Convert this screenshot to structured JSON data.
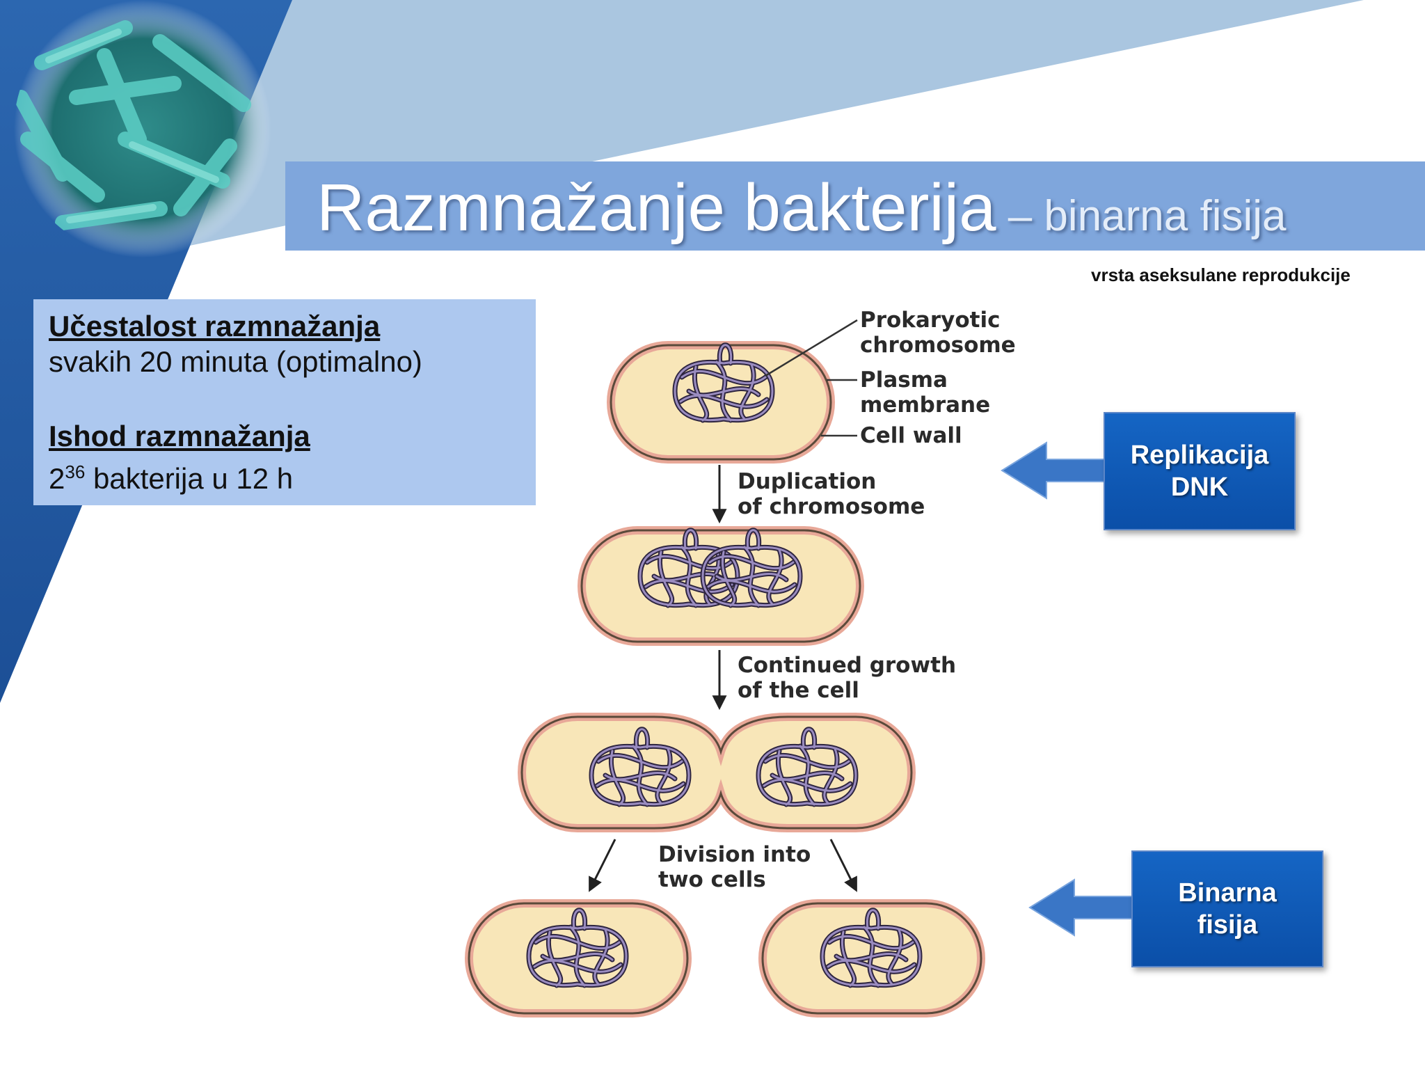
{
  "title": {
    "main": "Razmnažanje bakterija",
    "sub": " – binarna fisija"
  },
  "subtitle": "vrsta aseksulane reprodukcije",
  "info": {
    "frequency_heading": "Učestalost razmnažanja",
    "frequency_text": "svakih 20 minuta (optimalno)",
    "outcome_heading": "Ishod razmnažanja",
    "outcome_base": "2",
    "outcome_exponent": "36",
    "outcome_rest": " bakterija u 12 h"
  },
  "diagram": {
    "labels": {
      "chromosome": [
        "Prokaryotic",
        "chromosome"
      ],
      "membrane": [
        "Plasma",
        "membrane"
      ],
      "wall": "Cell wall",
      "step1": [
        "Duplication",
        "of chromosome"
      ],
      "step2": [
        "Continued growth",
        "of the cell"
      ],
      "step3": [
        "Division into",
        "two cells"
      ]
    }
  },
  "callouts": {
    "replication": [
      "Replikacija",
      "DNK"
    ],
    "fission": [
      "Binarna",
      "fisija"
    ]
  },
  "colors": {
    "title_bar": "#7fa6dc",
    "info_box": "#adc8ef",
    "callout_blue": "#0b4fa8",
    "cell_fill": "#f8e6b8",
    "cell_wall": "#e8a898",
    "chromosome": "#5b4a78"
  }
}
